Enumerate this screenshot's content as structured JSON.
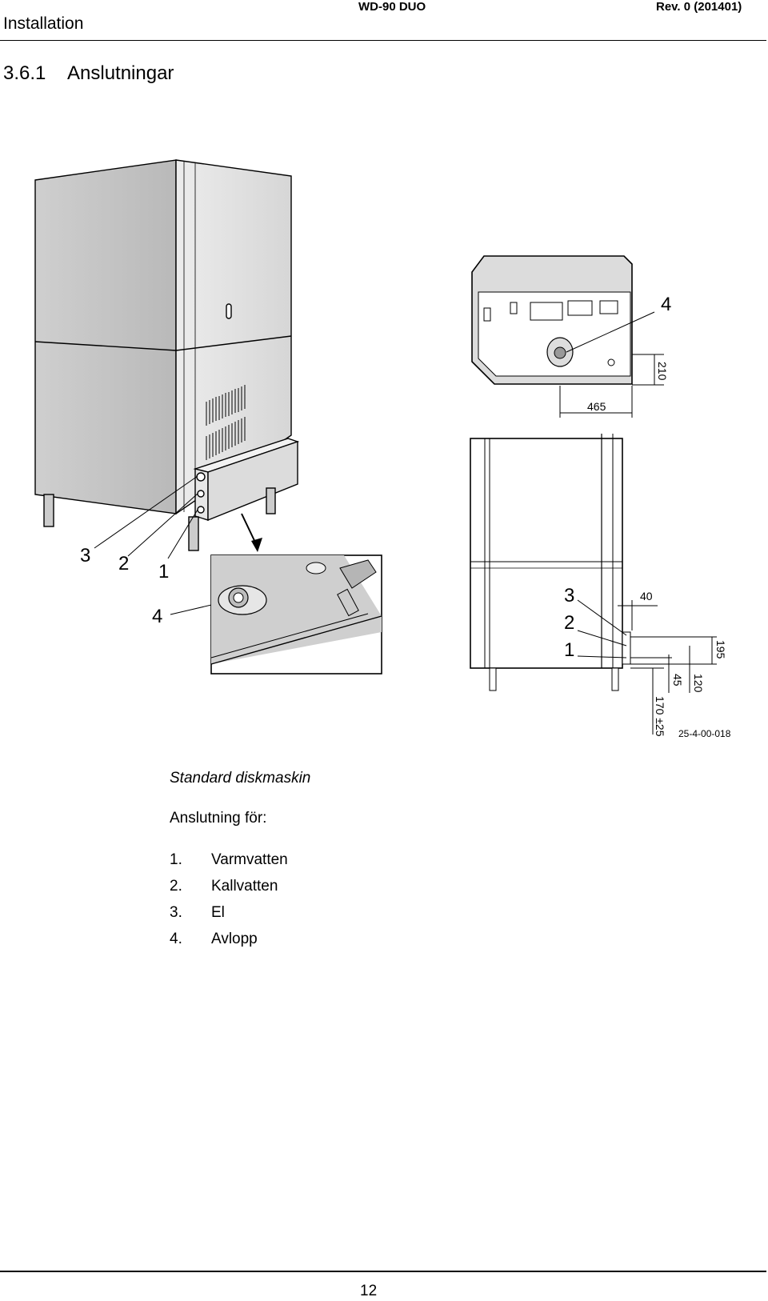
{
  "header": {
    "section": "Installation",
    "model": "WD-90 DUO",
    "revision": "Rev. 0 (201401)"
  },
  "section": {
    "number": "3.6.1",
    "title": "Anslutningar"
  },
  "figure": {
    "callouts": {
      "one": "1",
      "two": "2",
      "three": "3",
      "four": "4"
    },
    "dimensions": {
      "d465": "465",
      "d210": "210",
      "d40": "40",
      "d195": "195",
      "d45": "45",
      "d120": "120",
      "d170": "170 ±25"
    },
    "ref_code": "25-4-00-018"
  },
  "caption": "Standard diskmaskin",
  "intro": "Anslutning för:",
  "connections": [
    {
      "num": "1.",
      "label": "Varmvatten"
    },
    {
      "num": "2.",
      "label": "Kallvatten"
    },
    {
      "num": "3.",
      "label": "El"
    },
    {
      "num": "4.",
      "label": "Avlopp"
    }
  ],
  "footer": {
    "page": "12"
  }
}
